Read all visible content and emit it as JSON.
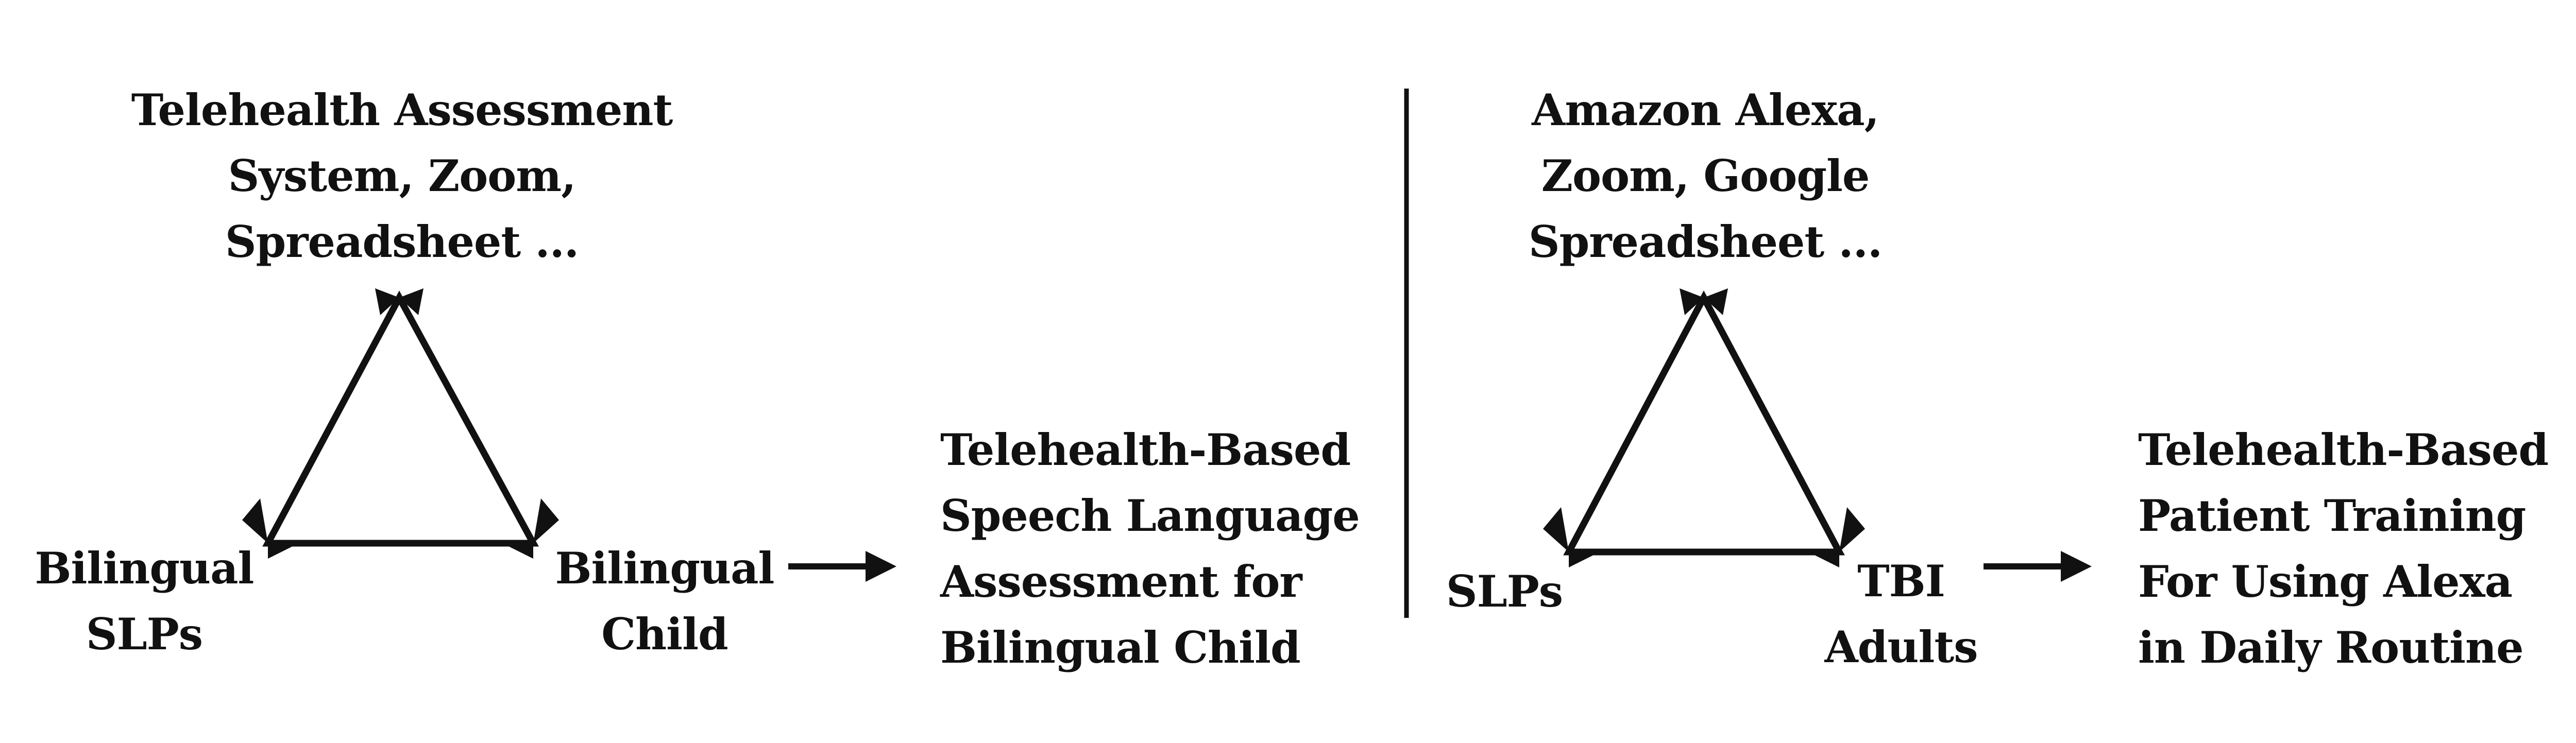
{
  "left_panel": {
    "top_label": [
      "Telehealth Assessment",
      "System, Zoom,",
      "Spreadsheet ..."
    ],
    "left_label": [
      "Bilingual",
      "SLPs"
    ],
    "right_label": [
      "Bilingual",
      "Child"
    ],
    "outcome_label": [
      "Telehealth-Based",
      "Speech Language",
      "Assessment for",
      "Bilingual Child"
    ]
  },
  "right_panel": {
    "top_label": [
      "Amazon Alexa,",
      "Zoom, Google",
      "Spreadsheet ..."
    ],
    "left_label": [
      "SLPs"
    ],
    "right_label": [
      "TBI",
      "Adults"
    ],
    "outcome_label": [
      "Telehealth-Based",
      "Patient Training",
      "For Using Alexa",
      "in Daily Routine"
    ]
  }
}
